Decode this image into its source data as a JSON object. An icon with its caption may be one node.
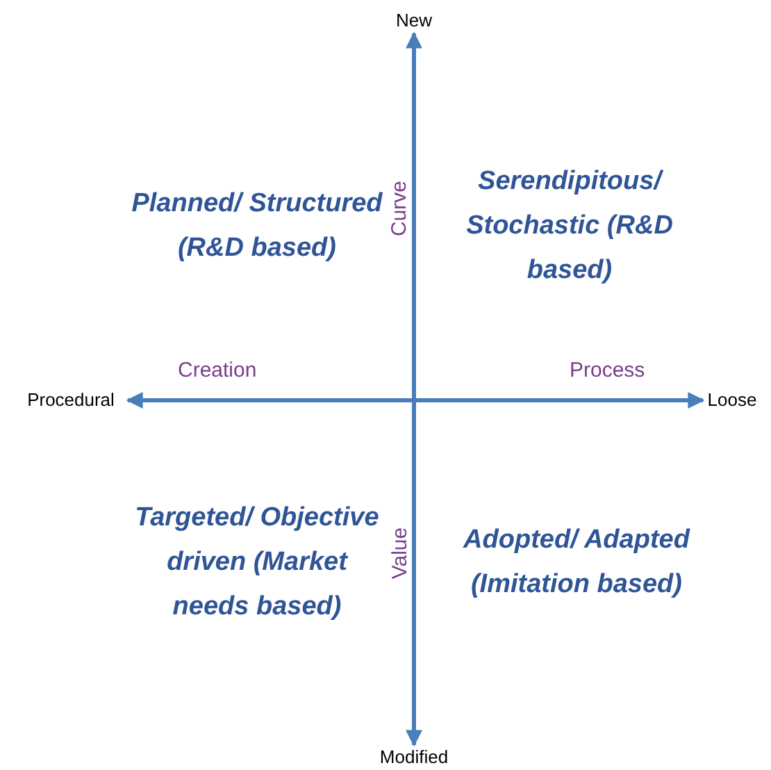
{
  "diagram": {
    "nodes": [
      {
        "text": [
          "New"
        ]
      },
      {
        "text": [
          "Modified"
        ]
      },
      {
        "text": [
          "Procedural"
        ]
      },
      {
        "text": [
          "Loose"
        ]
      },
      {
        "text": [
          "Planned/ Structured (R&D based)"
        ]
      },
      {
        "text": [
          "Serendipitous/ Stochastic (R&D based)"
        ]
      },
      {
        "text": [
          "Targeted/ Objective driven (Market needs based)"
        ]
      },
      {
        "text": [
          "Adopted/ Adapted (Imitation based)"
        ]
      }
    ],
    "edges": [
      {
        "from": 1,
        "to": 0,
        "arrow": "both"
      },
      {
        "from": 2,
        "to": 3,
        "arrow": "both"
      }
    ],
    "labels": [
      "Curve",
      "Creation",
      "Process",
      "Value"
    ]
  }
}
